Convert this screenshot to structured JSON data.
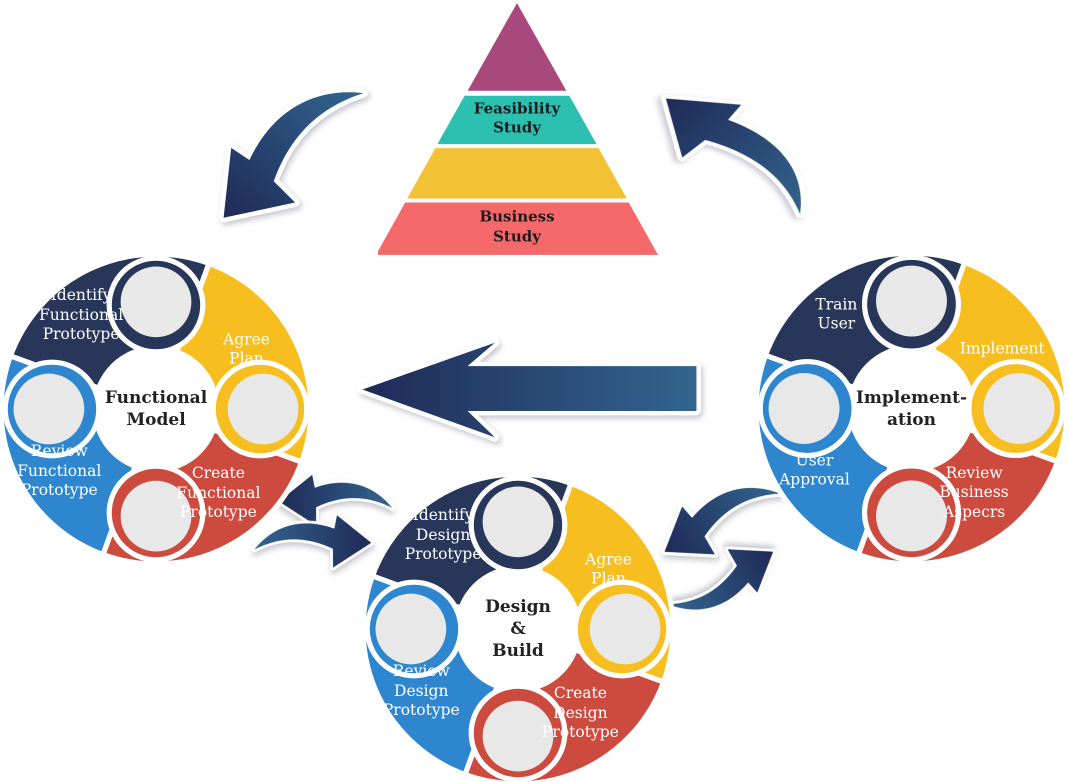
{
  "colors": {
    "navy": "#273659",
    "yellow": "#F6BE1F",
    "red": "#CD4A3E",
    "blue": "#2E86CF",
    "gray_circle": "#E8E8E8",
    "pyramid_magenta": "#A8497E",
    "pyramid_teal": "#2CC0B1",
    "pyramid_yellow": "#F2C234",
    "pyramid_salmon": "#F5696B",
    "arrow_dark": "#1F2A57",
    "arrow_light": "#32658F"
  },
  "pyramid": {
    "layers": [
      {
        "label": "",
        "color_key": "pyramid_magenta"
      },
      {
        "label": "Feasibility\nStudy",
        "color_key": "pyramid_teal"
      },
      {
        "label": "",
        "color_key": "pyramid_yellow"
      },
      {
        "label": "Business\nStudy",
        "color_key": "pyramid_salmon"
      }
    ]
  },
  "wheels": [
    {
      "id": "functional-model",
      "center": "Functional\nModel",
      "segments": {
        "top": "Identify\nFunctional\nPrototype",
        "right": "Agree Plan",
        "bottom_right": "Create\nFunctional\nPrototype",
        "bottom_left": "Review\nFunctional\nPrototype"
      }
    },
    {
      "id": "implementation",
      "center": "Implement-\nation",
      "segments": {
        "top": "Train\nUser",
        "right": "Implement",
        "bottom_right": "Review\nBusiness\nAspecrs",
        "bottom_left": "User\nApproval"
      }
    },
    {
      "id": "design-build",
      "center": "Design\n&\nBuild",
      "segments": {
        "top": "Identify\nDesign\nPrototype",
        "right": "Agree Plan",
        "bottom_right": "Create\nDesign\nPrototype",
        "bottom_left": "Review\nDesign\nPrototype"
      }
    }
  ],
  "arrows": [
    {
      "name": "pyramid-to-functional-model",
      "direction": "down-left",
      "style": "curved-swoosh"
    },
    {
      "name": "implementation-to-pyramid",
      "direction": "up-left",
      "style": "curved-swoosh"
    },
    {
      "name": "implementation-to-functional-model",
      "direction": "left",
      "style": "straight-block"
    },
    {
      "name": "design-build-to-functional-model",
      "direction": "up-left",
      "style": "curved-swoosh-small"
    },
    {
      "name": "functional-model-to-design-build",
      "direction": "down-right",
      "style": "curved-swoosh-small"
    },
    {
      "name": "implementation-to-design-build",
      "direction": "down-left",
      "style": "curved-swoosh-small"
    },
    {
      "name": "design-build-to-implementation",
      "direction": "up-right",
      "style": "curved-swoosh-small"
    }
  ]
}
